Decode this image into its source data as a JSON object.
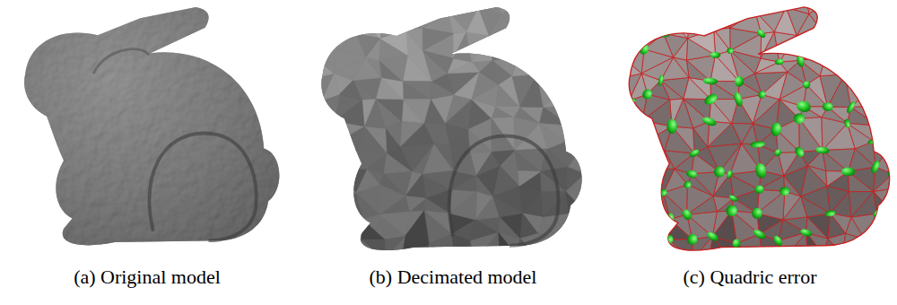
{
  "diagram": {
    "labels": [
      "(a) Original model",
      "(b) Decimated model",
      "(c) Quadric error"
    ]
  }
}
